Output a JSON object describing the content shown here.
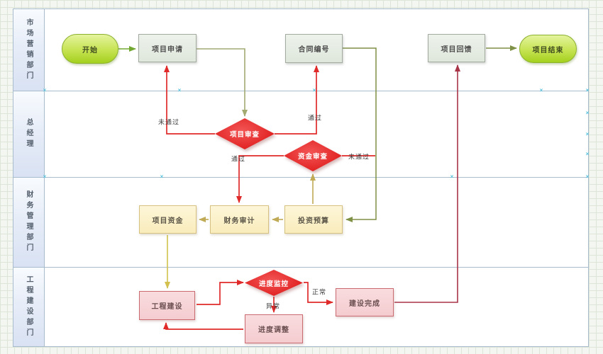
{
  "diagram": {
    "lanes": [
      {
        "label": "市场营销部门"
      },
      {
        "label": "总经理"
      },
      {
        "label": "财务管理部门"
      },
      {
        "label": "工程建设部门"
      }
    ],
    "nodes": {
      "start": {
        "label": "开始",
        "type": "start"
      },
      "apply": {
        "label": "项目申请",
        "type": "process"
      },
      "contract": {
        "label": "合同编号",
        "type": "process"
      },
      "feedback": {
        "label": "项目回馈",
        "type": "process"
      },
      "end": {
        "label": "项目结束",
        "type": "end"
      },
      "review": {
        "label": "项目审查",
        "type": "decision"
      },
      "fund_review": {
        "label": "资金审查",
        "type": "decision"
      },
      "funds": {
        "label": "项目资金",
        "type": "process"
      },
      "audit": {
        "label": "财务审计",
        "type": "process"
      },
      "budget": {
        "label": "投资预算",
        "type": "process"
      },
      "construction": {
        "label": "工程建设",
        "type": "process"
      },
      "monitor": {
        "label": "进度监控",
        "type": "decision"
      },
      "adjust": {
        "label": "进度调整",
        "type": "process"
      },
      "complete": {
        "label": "建设完成",
        "type": "process"
      }
    },
    "edges": [
      {
        "from": "start",
        "to": "apply",
        "label": ""
      },
      {
        "from": "apply",
        "to": "review",
        "label": ""
      },
      {
        "from": "review",
        "to": "apply",
        "label": "未通过"
      },
      {
        "from": "review",
        "to": "contract",
        "label": "通过"
      },
      {
        "from": "contract",
        "to": "budget",
        "label": ""
      },
      {
        "from": "fund_review",
        "to": "audit",
        "label": "通过"
      },
      {
        "from": "fund_review",
        "to": "budget",
        "label": "未通过"
      },
      {
        "from": "budget",
        "to": "fund_review",
        "label": ""
      },
      {
        "from": "budget",
        "to": "audit",
        "label": ""
      },
      {
        "from": "audit",
        "to": "funds",
        "label": ""
      },
      {
        "from": "funds",
        "to": "construction",
        "label": ""
      },
      {
        "from": "construction",
        "to": "monitor",
        "label": ""
      },
      {
        "from": "monitor",
        "to": "adjust",
        "label": "异常"
      },
      {
        "from": "adjust",
        "to": "construction",
        "label": ""
      },
      {
        "from": "monitor",
        "to": "complete",
        "label": "正常"
      },
      {
        "from": "complete",
        "to": "feedback",
        "label": ""
      },
      {
        "from": "feedback",
        "to": "end",
        "label": ""
      }
    ],
    "colors": {
      "red_flow": "#e02a2a",
      "green_flow": "#72a832",
      "sage_flow": "#a2aa70",
      "olive_green_flow": "#7e9146",
      "gold_flow": "#c0aa55",
      "yellow_flow": "#d2c14e",
      "crimson_flow": "#a83448",
      "decision_fill": "#e01f1f",
      "terminal_fill": "#bfe14a",
      "process_green_fill": "#e3e9e0",
      "process_yellow_fill": "#fdf3d0",
      "process_pink_fill": "#f8d8da",
      "lane_label_fill": "#dde5f4",
      "lane_border": "#a9bccd"
    }
  },
  "icons": {
    "handle_glyph": "×"
  }
}
